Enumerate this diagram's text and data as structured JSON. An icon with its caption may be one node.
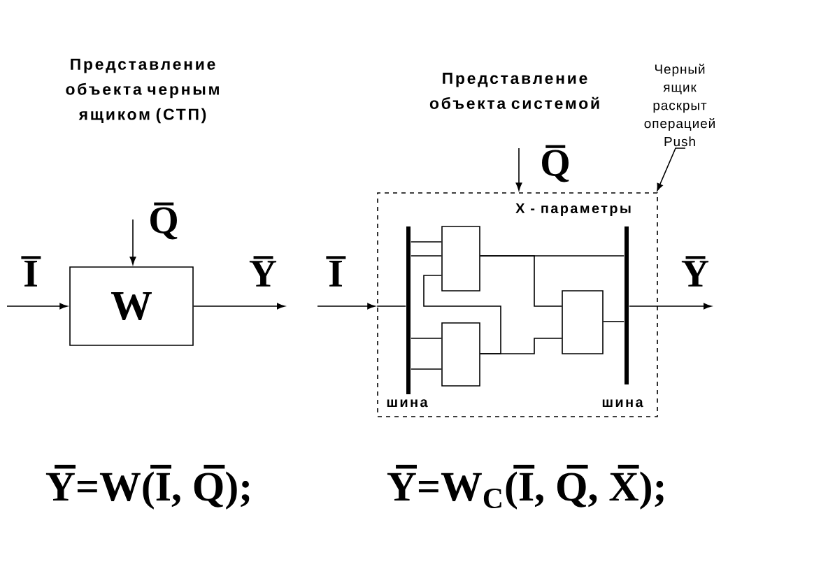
{
  "diagram": {
    "nodes": [
      {
        "text": [
          "W"
        ]
      },
      {
        "text": [
          "X - параметры"
        ]
      },
      {
        "text": [],
        "shape": "bar",
        "in": 1,
        "beside": [
          "шина"
        ]
      },
      {
        "text": [],
        "shape": "box",
        "in": 1
      },
      {
        "text": [],
        "shape": "box",
        "in": 1
      },
      {
        "text": [],
        "shape": "box",
        "in": 1
      },
      {
        "text": [],
        "shape": "bar",
        "in": 1,
        "beside": [
          "шина"
        ]
      },
      {
        "text": [
          "Черный ящик раскрыт операцией Push"
        ]
      }
    ],
    "edges": [
      {
        "from": null,
        "to": 0,
        "arrow": "to",
        "label": "I̅"
      },
      {
        "from": null,
        "to": 0,
        "arrow": "to",
        "label": "Q̅"
      },
      {
        "from": 0,
        "to": null,
        "arrow": "to",
        "label": "Y̅"
      },
      {
        "from": null,
        "to": 1,
        "arrow": "to",
        "label": "I̅"
      },
      {
        "from": null,
        "to": 1,
        "arrow": "to",
        "label": "Q̅"
      },
      {
        "from": 6,
        "to": null,
        "arrow": "to",
        "label": "Y̅"
      },
      {
        "from": 7,
        "to": 1,
        "arrow": "to"
      },
      {
        "from": 2,
        "to": 3,
        "arrow": "none"
      },
      {
        "from": 2,
        "to": 3,
        "arrow": "none"
      },
      {
        "from": 2,
        "to": 4,
        "arrow": "none"
      },
      {
        "from": 2,
        "to": 4,
        "arrow": "none"
      },
      {
        "from": 3,
        "to": 6,
        "arrow": "none"
      },
      {
        "from": 3,
        "to": 5,
        "arrow": "none"
      },
      {
        "from": 4,
        "to": 5,
        "arrow": "none"
      },
      {
        "from": 4,
        "to": 3,
        "arrow": "none"
      },
      {
        "from": 5,
        "to": 6,
        "arrow": "none"
      },
      {
        "from": 1,
        "to": 2,
        "arrow": "none"
      }
    ],
    "labels": [
      "Представление объекта черным ящиком (СТП)",
      "Представление объекта системой",
      "Y̅=W(I̅, Q̅);",
      "Y̅=W$_{C}$(I̅, Q̅, X̅);"
    ]
  }
}
